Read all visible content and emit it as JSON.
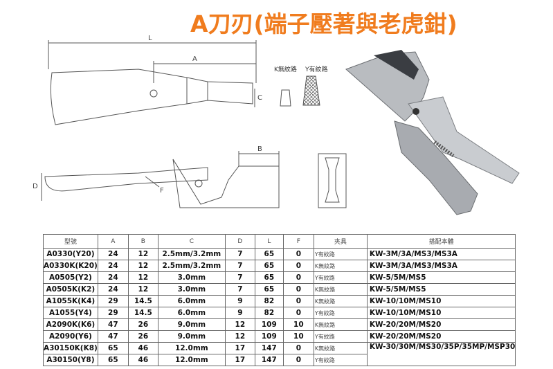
{
  "title": "A刀刃(端子壓著與老虎鉗)",
  "drawing": {
    "dim_L": "L",
    "dim_A": "A",
    "dim_C": "C",
    "dim_B": "B",
    "dim_D": "D",
    "dim_F": "F",
    "legend_k": "K無紋路",
    "legend_y": "Y有紋路"
  },
  "table": {
    "headers": [
      "型號",
      "A",
      "B",
      "C",
      "D",
      "L",
      "F",
      "夾具",
      "搭配本體"
    ],
    "rows": [
      {
        "model": "A0330(Y20)",
        "a": "24",
        "b": "12",
        "c": "2.5mm/3.2mm",
        "d": "7",
        "l": "65",
        "f": "0",
        "clamp": "Y有紋路",
        "body": "KW-3M/3A/MS3/MS3A"
      },
      {
        "model": "A0330K(K20)",
        "a": "24",
        "b": "12",
        "c": "2.5mm/3.2mm",
        "d": "7",
        "l": "65",
        "f": "0",
        "clamp": "K無紋路",
        "body": "KW-3M/3A/MS3/MS3A"
      },
      {
        "model": "A0505(Y2)",
        "a": "24",
        "b": "12",
        "c": "3.0mm",
        "d": "7",
        "l": "65",
        "f": "0",
        "clamp": "Y有紋路",
        "body": "KW-5/5M/MS5"
      },
      {
        "model": "A0505K(K2)",
        "a": "24",
        "b": "12",
        "c": "3.0mm",
        "d": "7",
        "l": "65",
        "f": "0",
        "clamp": "K無紋路",
        "body": "KW-5/5M/MS5"
      },
      {
        "model": "A1055K(K4)",
        "a": "29",
        "b": "14.5",
        "c": "6.0mm",
        "d": "9",
        "l": "82",
        "f": "0",
        "clamp": "K無紋路",
        "body": "KW-10/10M/MS10"
      },
      {
        "model": "A1055(Y4)",
        "a": "29",
        "b": "14.5",
        "c": "6.0mm",
        "d": "9",
        "l": "82",
        "f": "0",
        "clamp": "Y有紋路",
        "body": "KW-10/10M/MS10"
      },
      {
        "model": "A2090K(K6)",
        "a": "47",
        "b": "26",
        "c": "9.0mm",
        "d": "12",
        "l": "109",
        "f": "10",
        "clamp": "K無紋路",
        "body": "KW-20/20M/MS20"
      },
      {
        "model": "A2090(Y6)",
        "a": "47",
        "b": "26",
        "c": "9.0mm",
        "d": "12",
        "l": "109",
        "f": "10",
        "clamp": "Y有紋路",
        "body": "KW-20/20M/MS20"
      },
      {
        "model": "A30150K(K8)",
        "a": "65",
        "b": "46",
        "c": "12.0mm",
        "d": "17",
        "l": "147",
        "f": "0",
        "clamp": "K無紋路",
        "body": "KW-30/30M/MS30/35P/35MP/MSP30"
      },
      {
        "model": "A30150(Y8)",
        "a": "65",
        "b": "46",
        "c": "12.0mm",
        "d": "17",
        "l": "147",
        "f": "0",
        "clamp": "Y有紋路"
      }
    ]
  }
}
